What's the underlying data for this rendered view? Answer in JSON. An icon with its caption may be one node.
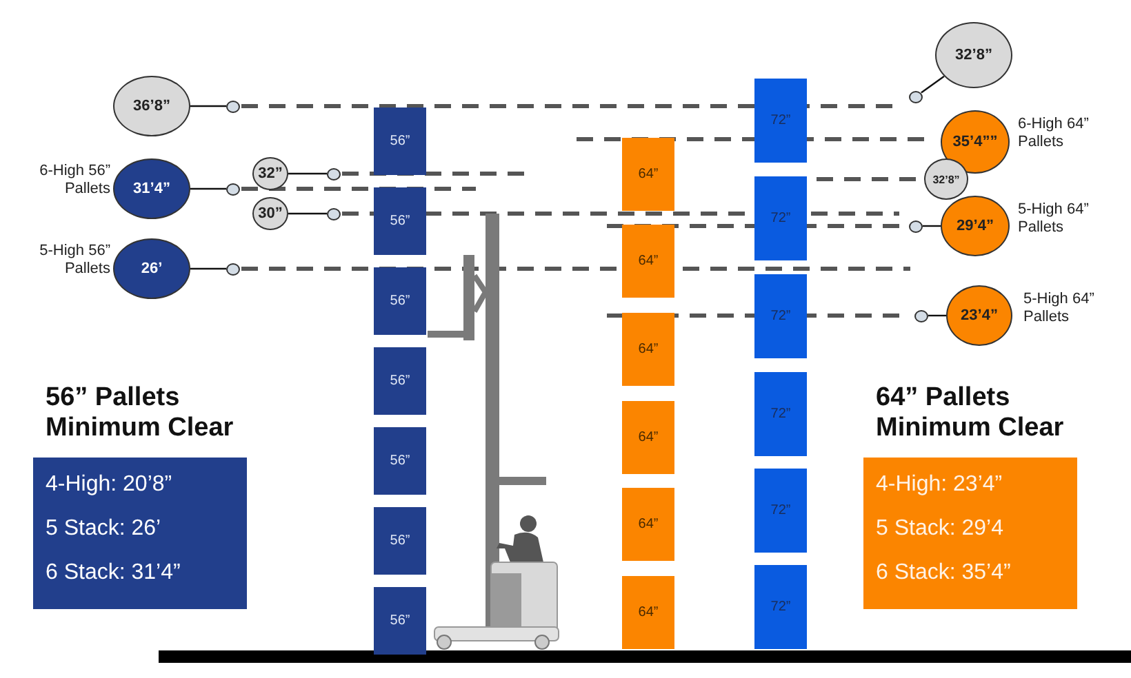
{
  "diagram": {
    "nodes": [
      {
        "text": [
          "32’8”"
        ]
      },
      {
        "text": [
          "36’8”"
        ]
      },
      {
        "text": [
          "35’4””"
        ],
        "beside": [
          "6-High 64” Pallets"
        ]
      },
      {
        "text": [
          "32”"
        ]
      },
      {
        "text": [
          "32’8”"
        ]
      },
      {
        "text": [
          "31’4”"
        ],
        "beside": [
          "6-High 56” Pallets"
        ]
      },
      {
        "text": [
          "30”"
        ]
      },
      {
        "text": [
          "29’4”"
        ],
        "beside": [
          "5-High 64” Pallets"
        ]
      },
      {
        "text": [
          "26’"
        ],
        "beside": [
          "5-High 56” Pallets"
        ]
      },
      {
        "text": [
          "23’4”"
        ],
        "beside": [
          "5-High 64” Pallets"
        ]
      },
      {
        "text": [
          "56”"
        ]
      },
      {
        "text": [
          "56”"
        ]
      },
      {
        "text": [
          "56”"
        ]
      },
      {
        "text": [
          "56”"
        ]
      },
      {
        "text": [
          "56”"
        ]
      },
      {
        "text": [
          "56”"
        ]
      },
      {
        "text": [
          "56”"
        ]
      },
      {
        "text": [
          "64”"
        ]
      },
      {
        "text": [
          "64”"
        ]
      },
      {
        "text": [
          "64”"
        ]
      },
      {
        "text": [
          "64”"
        ]
      },
      {
        "text": [
          "64”"
        ]
      },
      {
        "text": [
          "64”"
        ]
      },
      {
        "text": [
          "72”"
        ]
      },
      {
        "text": [
          "72”"
        ]
      },
      {
        "text": [
          "72”"
        ]
      },
      {
        "text": [
          "72”"
        ]
      },
      {
        "text": [
          "72”"
        ]
      },
      {
        "text": [
          "72”"
        ]
      },
      {
        "text": [],
        "shape": "circle"
      },
      {
        "text": [],
        "shape": "circle"
      },
      {
        "text": [],
        "shape": "circle"
      },
      {
        "text": [],
        "shape": "circle"
      },
      {
        "text": [],
        "shape": "circle"
      },
      {
        "text": [],
        "shape": "circle"
      },
      {
        "text": [],
        "shape": "circle"
      },
      {
        "text": [],
        "shape": "circle"
      },
      {
        "text": [
          "56” Pallets Minimum Clear",
          "4-High: 20’8”",
          "5 Stack: 26’",
          "6 Stack: 31’4”"
        ]
      },
      {
        "text": [
          "64” Pallets Minimum Clear",
          "4-High: 23’4”",
          "5 Stack: 29’4",
          "6 Stack: 35’4”"
        ]
      }
    ],
    "edges": [
      {
        "from": 0,
        "to": 29,
        "arrow": "none"
      },
      {
        "from": 1,
        "to": 30,
        "arrow": "none"
      },
      {
        "from": 3,
        "to": 31,
        "arrow": "none"
      },
      {
        "from": 5,
        "to": 32,
        "arrow": "none"
      },
      {
        "from": 6,
        "to": 33,
        "arrow": "none"
      },
      {
        "from": 7,
        "to": 34,
        "arrow": "none"
      },
      {
        "from": 8,
        "to": 35,
        "arrow": "none"
      },
      {
        "from": 9,
        "to": 36,
        "arrow": "none"
      }
    ]
  }
}
